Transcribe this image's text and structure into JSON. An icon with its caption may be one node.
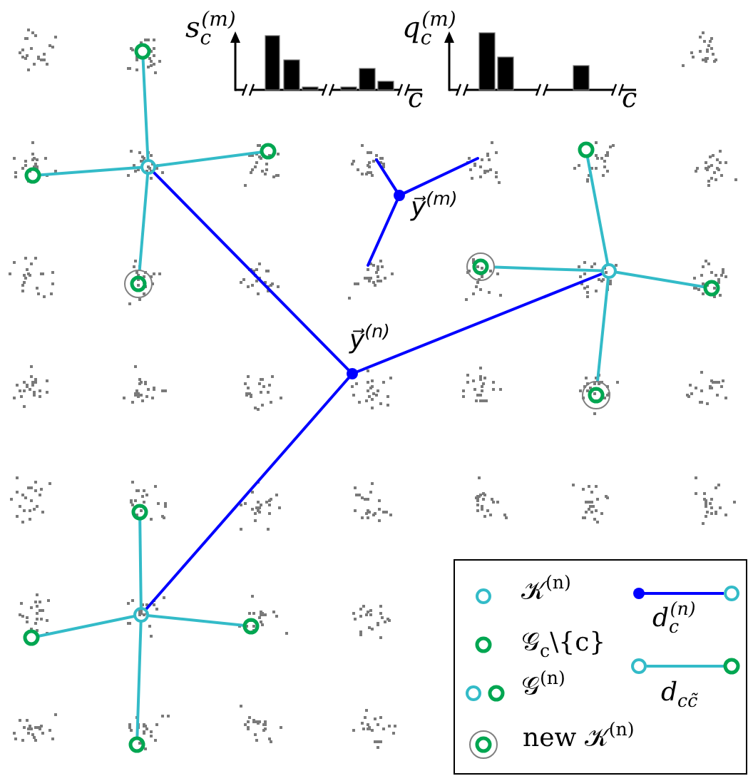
{
  "diagram": {
    "nodes": [
      {
        "text": [],
        "shape": "circle"
      },
      {
        "text": [],
        "shape": "circle"
      },
      {
        "text": [],
        "shape": "circle"
      },
      {
        "text": [],
        "shape": "circle"
      },
      {
        "text": [],
        "shape": "circle",
        "beside": [
          "y⃗$^{(m)}$"
        ]
      },
      {
        "text": [],
        "shape": "circle"
      },
      {
        "text": [],
        "shape": "circle"
      },
      {
        "text": [],
        "shape": "circle"
      },
      {
        "text": [],
        "shape": "circle"
      },
      {
        "text": [],
        "shape": "circle"
      },
      {
        "text": [],
        "shape": "circle",
        "beside": [
          "y⃗$^{(n)}$"
        ]
      },
      {
        "text": [],
        "shape": "circle"
      },
      {
        "text": [],
        "shape": "circle"
      },
      {
        "text": [],
        "shape": "circle"
      },
      {
        "text": [],
        "shape": "circle"
      },
      {
        "text": [],
        "shape": "circle"
      },
      {
        "text": [],
        "shape": "circle"
      }
    ],
    "edges": [
      {
        "from": 2,
        "to": 0,
        "arrow": "none"
      },
      {
        "from": 2,
        "to": 1,
        "arrow": "none"
      },
      {
        "from": 2,
        "to": 3,
        "arrow": "none"
      },
      {
        "from": 2,
        "to": 6,
        "arrow": "none"
      },
      {
        "from": 4,
        "to": null,
        "arrow": "none",
        "color": "#0000ff"
      },
      {
        "from": 4,
        "to": null,
        "arrow": "none",
        "color": "#0000ff"
      },
      {
        "from": 4,
        "to": null,
        "arrow": "none",
        "color": "#0000ff"
      },
      {
        "from": 8,
        "to": 5,
        "arrow": "none"
      },
      {
        "from": 8,
        "to": 7,
        "arrow": "none"
      },
      {
        "from": 8,
        "to": 9,
        "arrow": "none"
      },
      {
        "from": 8,
        "to": 11,
        "arrow": "none"
      },
      {
        "from": 10,
        "to": 2,
        "arrow": "none",
        "color": "#0000ff"
      },
      {
        "from": 10,
        "to": 8,
        "arrow": "none",
        "color": "#0000ff"
      },
      {
        "from": 10,
        "to": 14,
        "arrow": "none",
        "color": "#0000ff"
      },
      {
        "from": 14,
        "to": 12,
        "arrow": "none"
      },
      {
        "from": 14,
        "to": 13,
        "arrow": "none"
      },
      {
        "from": 14,
        "to": 15,
        "arrow": "none"
      },
      {
        "from": 14,
        "to": 16,
        "arrow": "none"
      }
    ],
    "labels": [
      "s$_{c}$$^{(m)}$",
      "q$_{c}$$^{(m)}$",
      "c",
      "c"
    ],
    "legend": [
      {
        "text": "𝒦$^{(n)}$"
      },
      {
        "text": "𝒢$_{c}$\\{c}"
      },
      {
        "text": "𝒢$^{(n)}$"
      },
      {
        "text": "new 𝒦$^{(n)}$"
      },
      {
        "text": "d$_{c}$$^{(n)}$"
      },
      {
        "text": "d$_{cc̃}$"
      }
    ]
  }
}
